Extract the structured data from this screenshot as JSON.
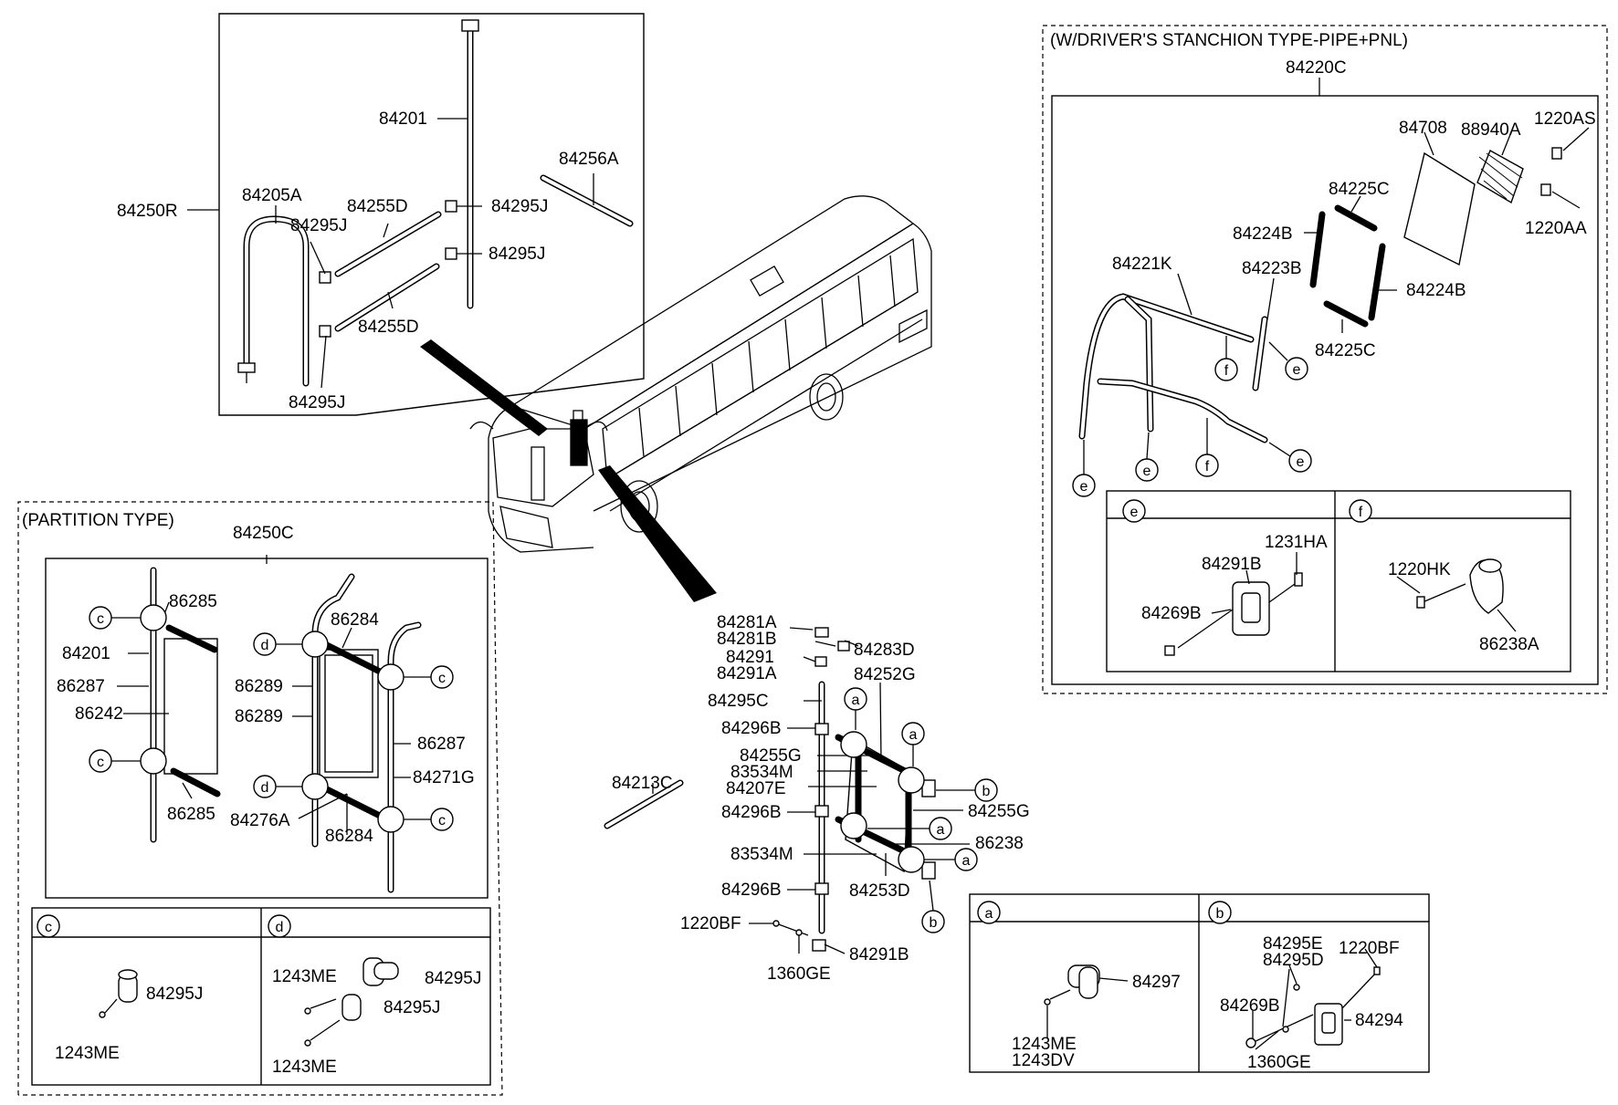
{
  "frames": {
    "partition_title": "(PARTITION TYPE)",
    "stanchion_title": "(W/DRIVER'S STANCHION TYPE-PIPE+PNL)"
  },
  "callouts": {
    "a": "a",
    "b": "b",
    "c": "c",
    "d": "d",
    "e": "e",
    "f": "f"
  },
  "parts": [
    "84201",
    "84256A",
    "84250R",
    "84205A",
    "84255D",
    "84295J",
    "84295J",
    "84295J",
    "84255D",
    "84295J",
    "84220C",
    "84708",
    "88940A",
    "1220AS",
    "84225C",
    "84224B",
    "1220AA",
    "84221K",
    "84223B",
    "84224B",
    "84225C",
    "1231HA",
    "84291B",
    "1220HK",
    "84269B",
    "86238A",
    "84250C",
    "86285",
    "86284",
    "84201",
    "86287",
    "86242",
    "86289",
    "86289",
    "86287",
    "84271G",
    "86285",
    "84276A",
    "86284",
    "84295J",
    "1243ME",
    "1243ME",
    "84295J",
    "84295J",
    "1243ME",
    "84281A",
    "84281B",
    "84283D",
    "84291",
    "84291A",
    "84252G",
    "84295C",
    "84296B",
    "84255G",
    "83534M",
    "84207E",
    "84255G",
    "84213C",
    "84296B",
    "86238",
    "83534M",
    "84296B",
    "84253D",
    "1220BF",
    "84291B",
    "1360GE",
    "84297",
    "1243ME",
    "1243DV",
    "84295E",
    "84295D",
    "1220BF",
    "84269B",
    "84294",
    "1360GE"
  ]
}
